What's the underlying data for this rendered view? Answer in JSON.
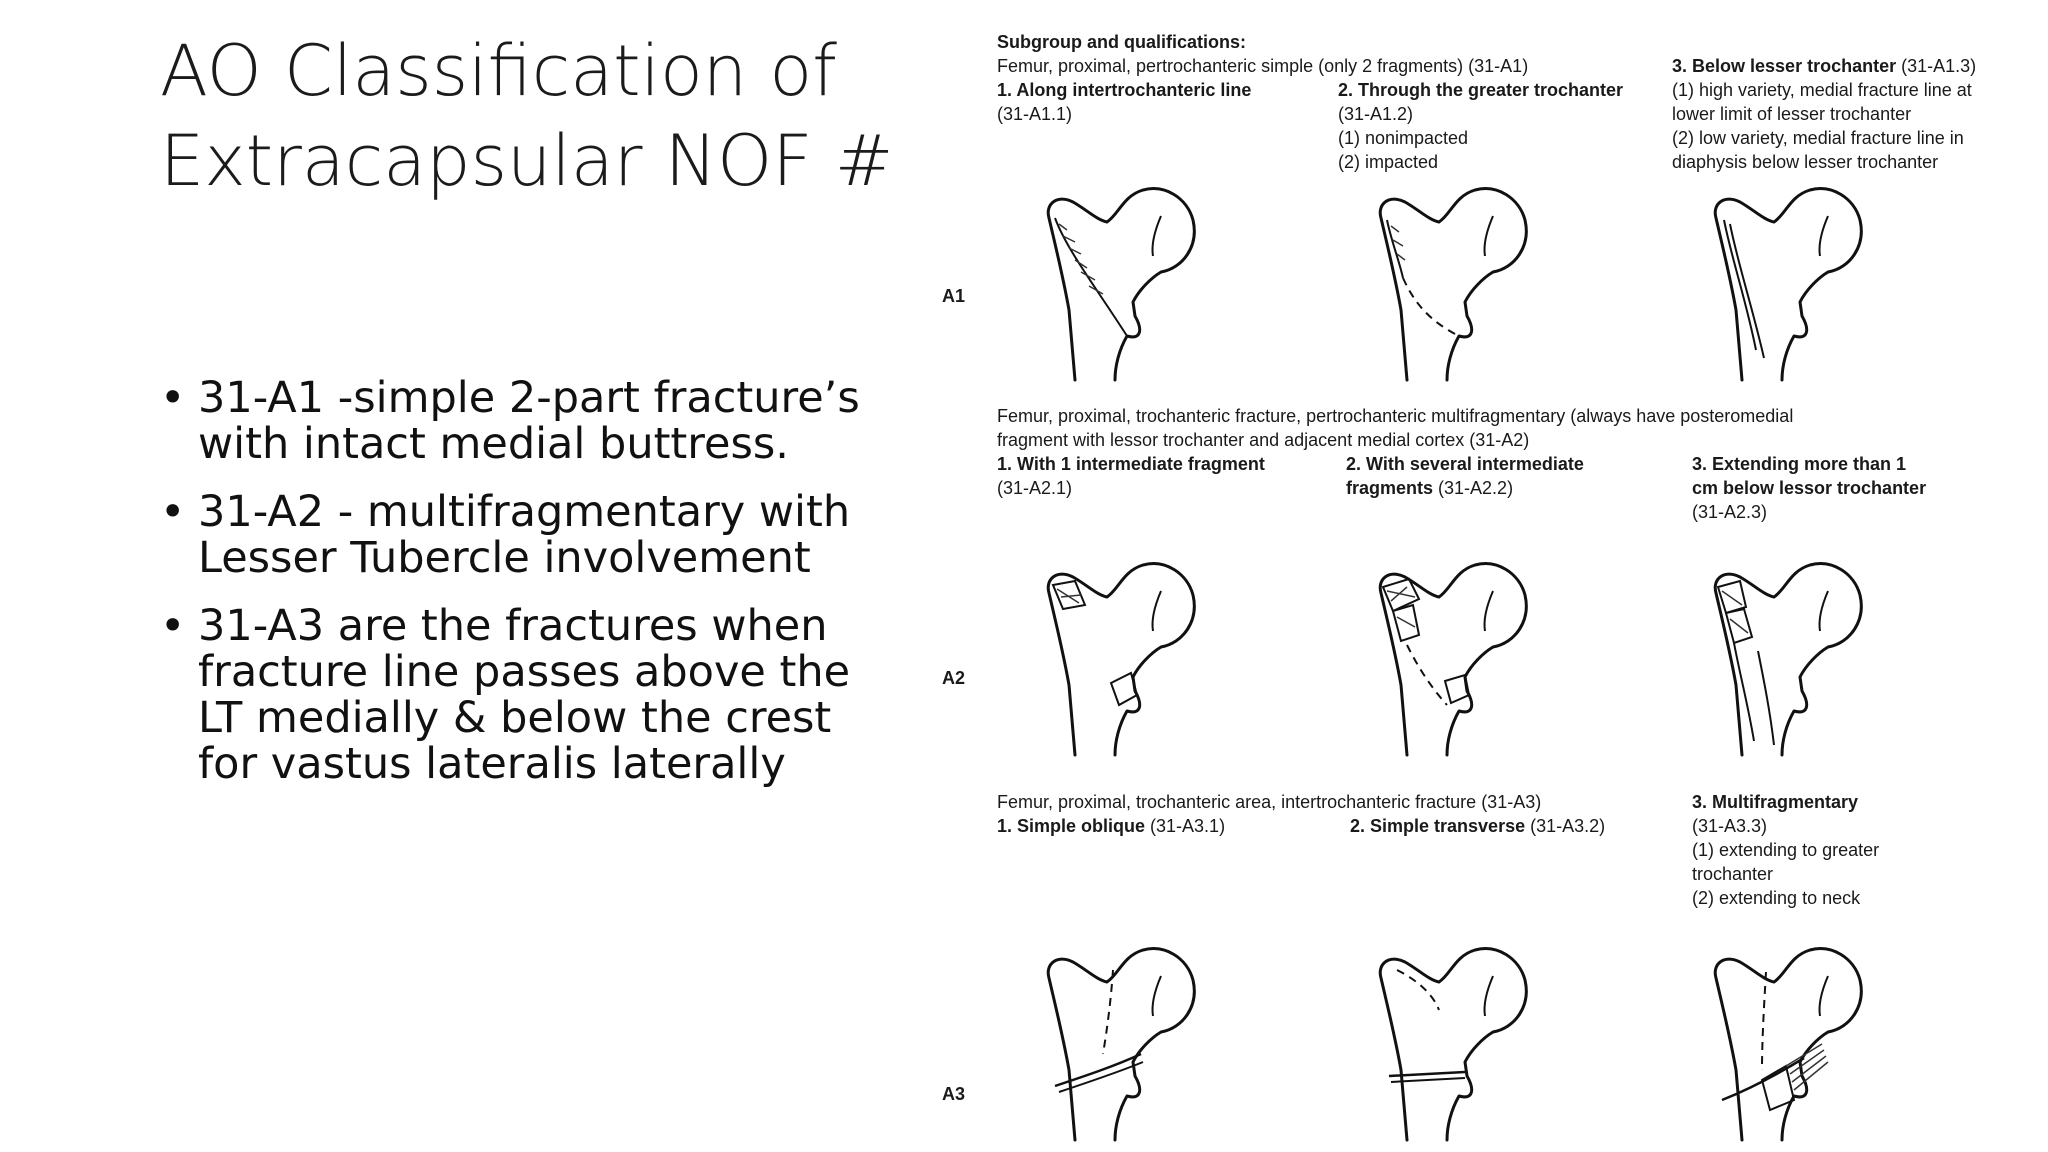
{
  "slide": {
    "title_line1": "AO Classification of",
    "title_line2": "Extracapsular NOF #",
    "bullets": [
      "31-A1 -simple 2-part fracture’s with intact medial buttress.",
      "31-A2 - multifragmentary with Lesser Tubercle involvement",
      "31-A3 are the fractures when fracture line passes above the LT medially & below the crest for vastus lateralis laterally"
    ]
  },
  "figure": {
    "header": "Subgroup and qualifications:",
    "a1": {
      "row_label": "A1",
      "desc": "Femur, proximal, pertrochanteric simple (only 2 fragments) (31-A1)",
      "c1_title": "1. Along intertrochanteric line",
      "c1_text": "(31-A1.1)",
      "c2_title": "2. Through the greater trochanter",
      "c2_text": "(31-A1.2)\n(1) nonimpacted\n(2) impacted",
      "c3_title": "3. Below lesser trochanter",
      "c3_code": " (31-A1.3)",
      "c3_text": "(1) high variety, medial fracture line at\nlower limit of lesser trochanter\n(2) low variety, medial fracture line in\ndiaphysis below lesser trochanter"
    },
    "a2": {
      "row_label": "A2",
      "desc": "Femur, proximal, trochanteric fracture, pertrochanteric multifragmentary (always have posteromedial\nfragment with lessor trochanter and adjacent medial cortex (31-A2)",
      "c1_title": "1. With 1 intermediate fragment",
      "c1_text": "(31-A2.1)",
      "c2_title": "2. With several intermediate",
      "c2_title2": "fragments",
      "c2_code": " (31-A2.2)",
      "c3_title": "3. Extending more than 1\ncm below lessor trochanter",
      "c3_text": "(31-A2.3)"
    },
    "a3": {
      "row_label": "A3",
      "desc": "Femur, proximal, trochanteric area, intertrochanteric fracture (31-A3)",
      "c1_title": "1. Simple oblique",
      "c1_code": " (31-A3.1)",
      "c2_title": "2. Simple transverse",
      "c2_code": " (31-A3.2)",
      "c3_title": "3. Multifragmentary",
      "c3_text": "(31-A3.3)\n(1) extending to greater\ntrochanter\n(2) extending to neck"
    }
  }
}
